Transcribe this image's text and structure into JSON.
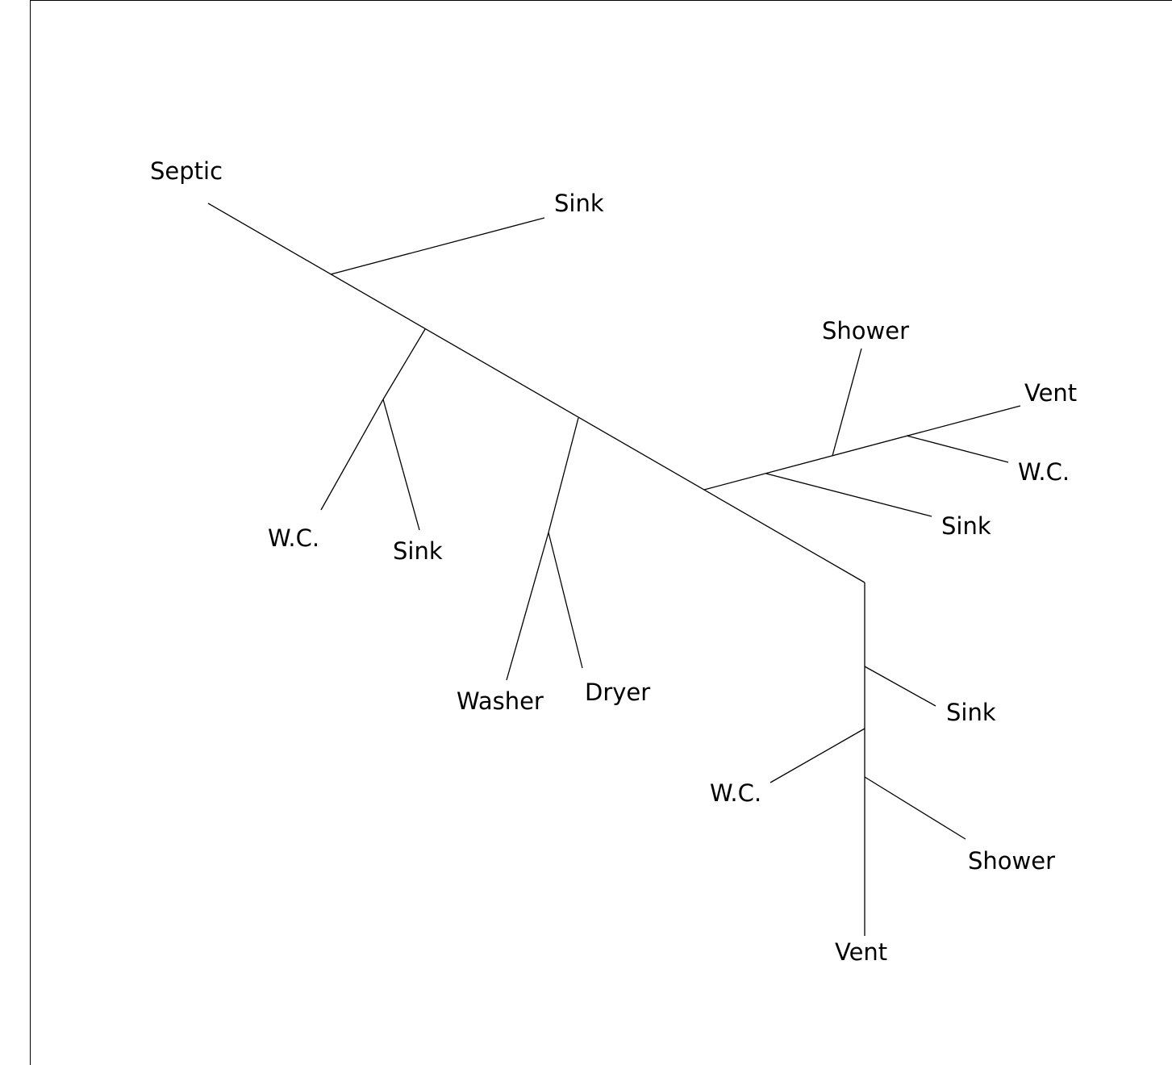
{
  "labels": {
    "septic": "Septic",
    "sink_top": "Sink",
    "wc_left": "W.C.",
    "sink_left": "Sink",
    "washer": "Washer",
    "dryer": "Dryer",
    "shower_upper": "Shower",
    "vent_upper": "Vent",
    "wc_right": "W.C.",
    "sink_right": "Sink",
    "sink_lower": "Sink",
    "wc_lower": "W.C.",
    "shower_lower": "Shower",
    "vent_lower": "Vent"
  },
  "colors": {
    "line": "#000000",
    "background": "#ffffff"
  }
}
